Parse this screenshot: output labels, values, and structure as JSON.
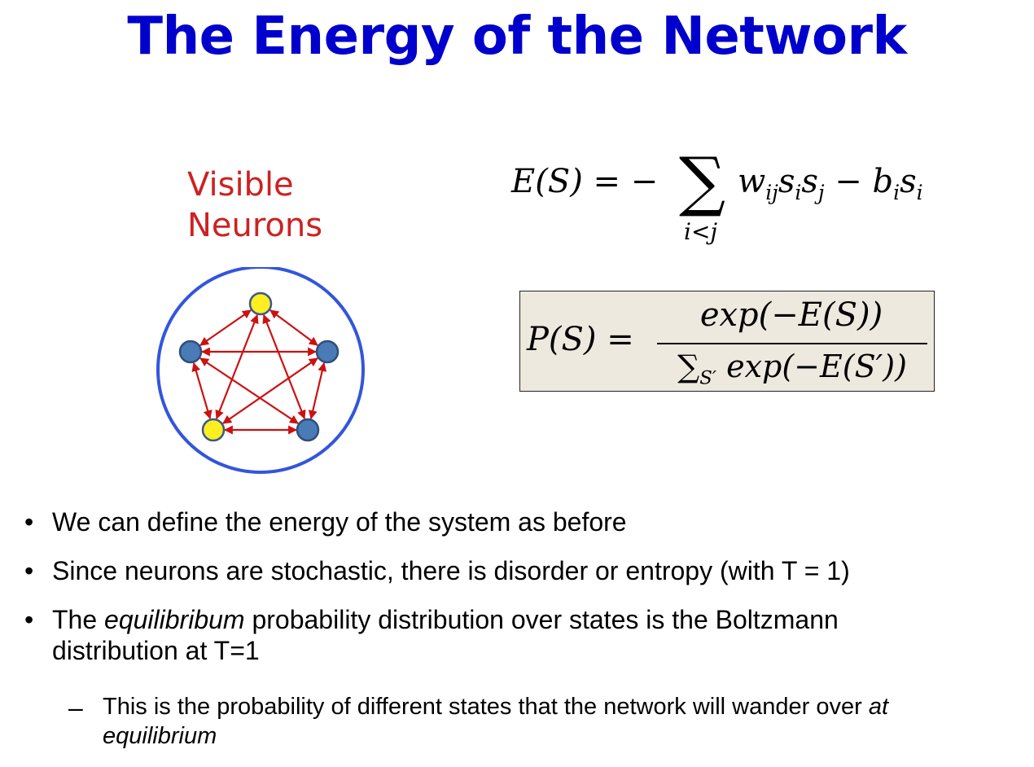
{
  "slide": {
    "title": "The Energy of the Network",
    "visible_label_line1": "Visible",
    "visible_label_line2": "Neurons"
  },
  "equations": {
    "energy_lhs": "E(S) = −",
    "energy_sum_sub": "i<j",
    "energy_rhs_w": "w",
    "energy_rhs_ij": "ij",
    "energy_rhs_s1": "s",
    "energy_rhs_i": "i",
    "energy_rhs_s2": "s",
    "energy_rhs_j": "j",
    "energy_rhs_minus": " − b",
    "energy_rhs_bi": "i",
    "energy_rhs_s3": "s",
    "energy_rhs_si": "i",
    "prob_lhs": "P(S) =",
    "prob_num": "exp(−E(S))",
    "prob_den_sigma": "∑",
    "prob_den_sub": "S′",
    "prob_den_rest": "exp(−E(S′))"
  },
  "bullets": [
    {
      "text": "We can define the energy of the system as before"
    },
    {
      "text": "Since neurons are stochastic, there is disorder or entropy (with T = 1)"
    },
    {
      "pre": "The ",
      "em": "equilibribum",
      "post": " probability distribution over states is the Boltzmann",
      "line2": "distribution at T=1"
    }
  ],
  "sub_bullet": {
    "dash": "–",
    "pre": "This is the probability of different states that the network will wander over ",
    "em1": "at",
    "line2_em": "equilibrium"
  },
  "bullet_symbol": "•",
  "colors": {
    "title": "#0000cc",
    "label": "#cc2222",
    "arrow": "#cc1111",
    "circle": "#3355dd",
    "node_blue": "#4a7bb7",
    "node_yellow": "#ffee22",
    "box_fill": "#ede9df"
  }
}
